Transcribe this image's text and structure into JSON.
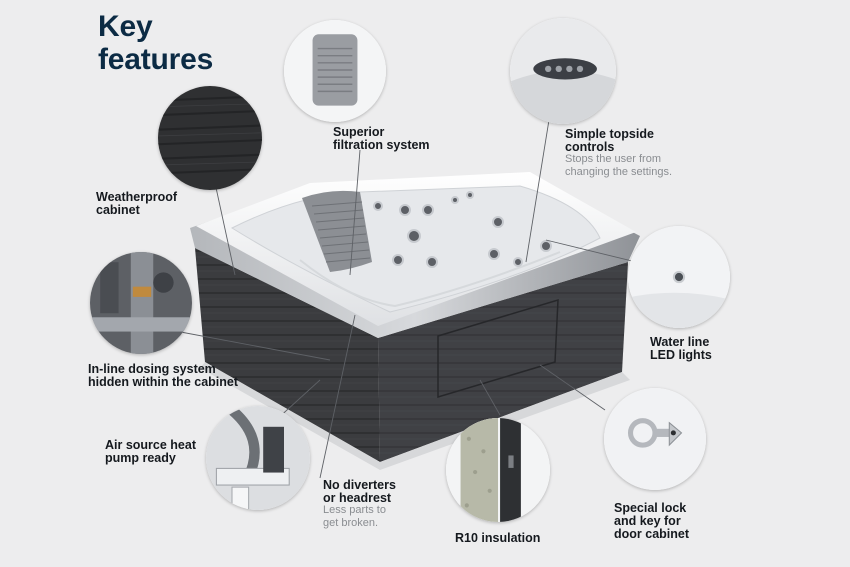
{
  "heading": {
    "line1": "Key",
    "line2": "features"
  },
  "features": {
    "filtration": {
      "line1": "Superior",
      "line2": "filtration system"
    },
    "controls": {
      "line1": "Simple topside",
      "line2": "controls",
      "desc1": "Stops the user from",
      "desc2": "changing the settings."
    },
    "cabinet": {
      "line1": "Weatherproof",
      "line2": "cabinet"
    },
    "dosing": {
      "line1": "In-line dosing system",
      "line2": "hidden within the cabinet"
    },
    "lights": {
      "line1": "Water line",
      "line2": "LED lights"
    },
    "heatpump": {
      "line1": "Air source heat",
      "line2": "pump ready"
    },
    "diverters": {
      "line1": "No diverters",
      "line2": "or headrest",
      "desc1": "Less parts to",
      "desc2": "get broken."
    },
    "insulation": {
      "line1": "R10 insulation"
    },
    "lock": {
      "line1": "Special lock",
      "line2": "and key for",
      "line3": "door cabinet"
    }
  },
  "icons": [
    "filter-photo-icon",
    "control-panel-photo-icon",
    "cabinet-texture-photo-icon",
    "dosing-system-photo-icon",
    "led-light-photo-icon",
    "heat-pump-photo-icon",
    "insulation-photo-icon",
    "lock-key-photo-icon"
  ],
  "colors": {
    "title": "#0c2b44",
    "background": "#ededee",
    "cabinet": "#3a3b3d",
    "shell": "#f2f3f5",
    "rim": "#9ea1a6"
  }
}
